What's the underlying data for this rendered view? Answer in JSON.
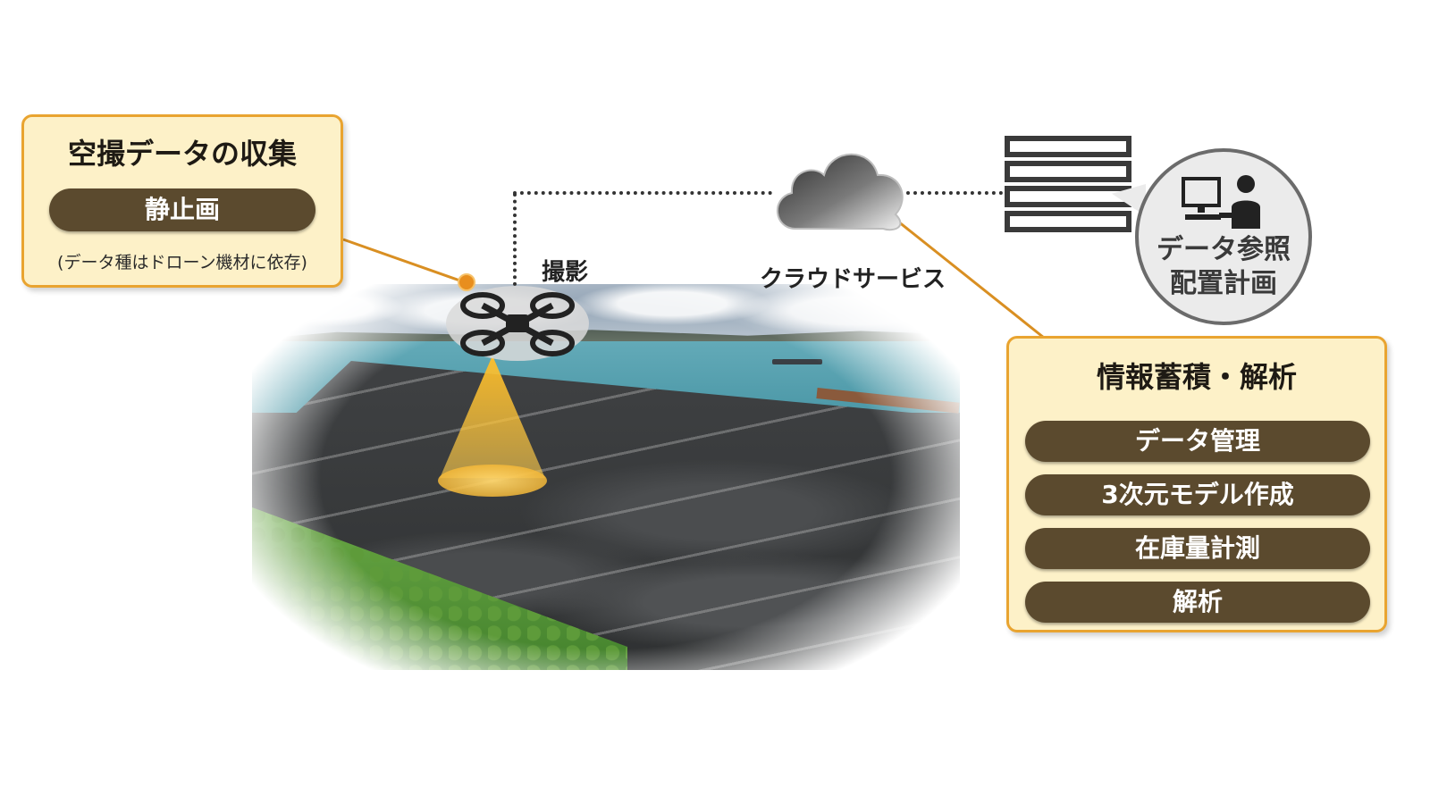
{
  "collection_panel": {
    "title": "空撮データの収集",
    "pill": "静止画",
    "note": "(データ種はドローン機材に依存)"
  },
  "labels": {
    "shooting": "撮影",
    "cloud": "クラウドサービス"
  },
  "user_bubble": {
    "line1": "データ参照",
    "line2": "配置計画"
  },
  "analysis_panel": {
    "title": "情報蓄積・解析",
    "items": [
      "データ管理",
      "3次元モデル作成",
      "在庫量計測",
      "解析"
    ]
  },
  "colors": {
    "panel_fill": "#fdf1c8",
    "panel_border": "#e9a430",
    "pill_fill": "#5b4a2e",
    "connector": "#e88e1e"
  }
}
